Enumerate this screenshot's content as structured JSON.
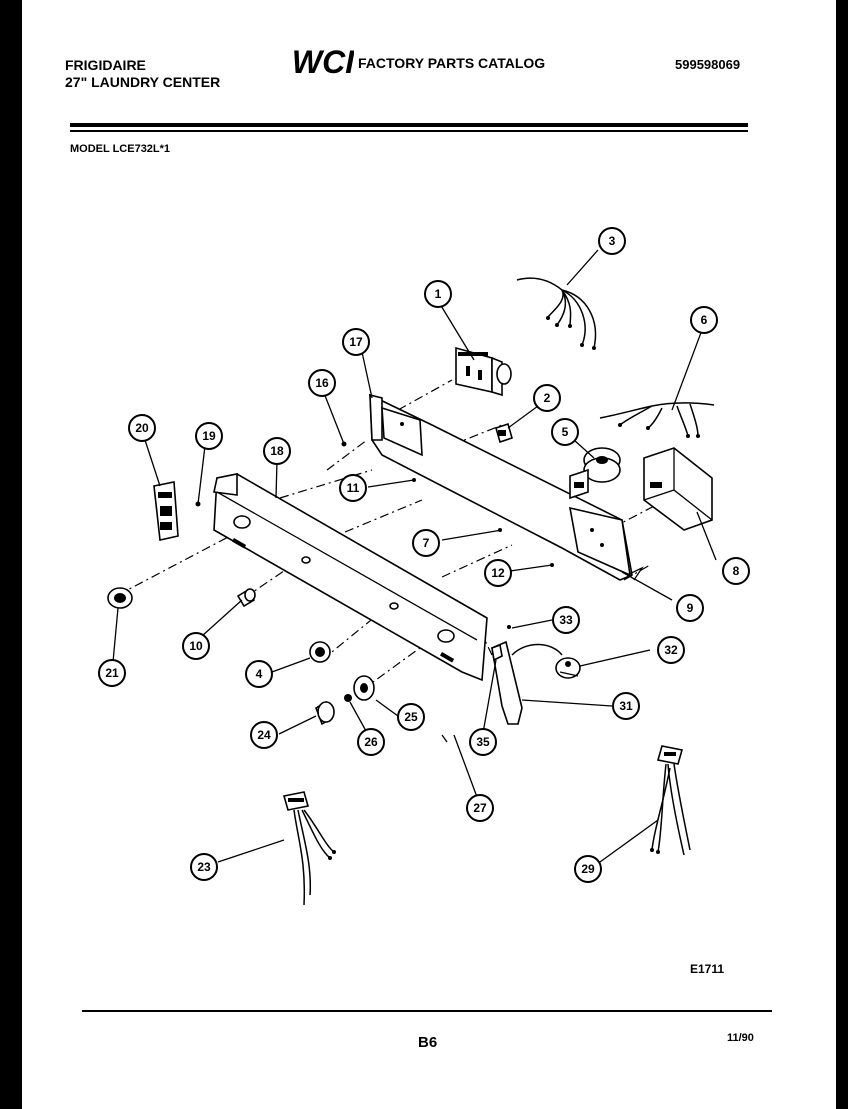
{
  "header": {
    "brand": "FRIGIDAIRE",
    "product": "27\" LAUNDRY CENTER",
    "logo_text": "WCI",
    "catalog_title": "FACTORY PARTS CATALOG",
    "document_number": "599598069",
    "model": "MODEL LCE732L*1"
  },
  "diagram": {
    "callouts": [
      "1",
      "2",
      "3",
      "4",
      "5",
      "6",
      "7",
      "8",
      "9",
      "10",
      "11",
      "12",
      "16",
      "17",
      "18",
      "19",
      "20",
      "21",
      "23",
      "24",
      "25",
      "26",
      "27",
      "29",
      "31",
      "32",
      "33",
      "35"
    ]
  },
  "footer": {
    "drawing_code": "E1711",
    "page": "B6",
    "date": "11/90"
  }
}
